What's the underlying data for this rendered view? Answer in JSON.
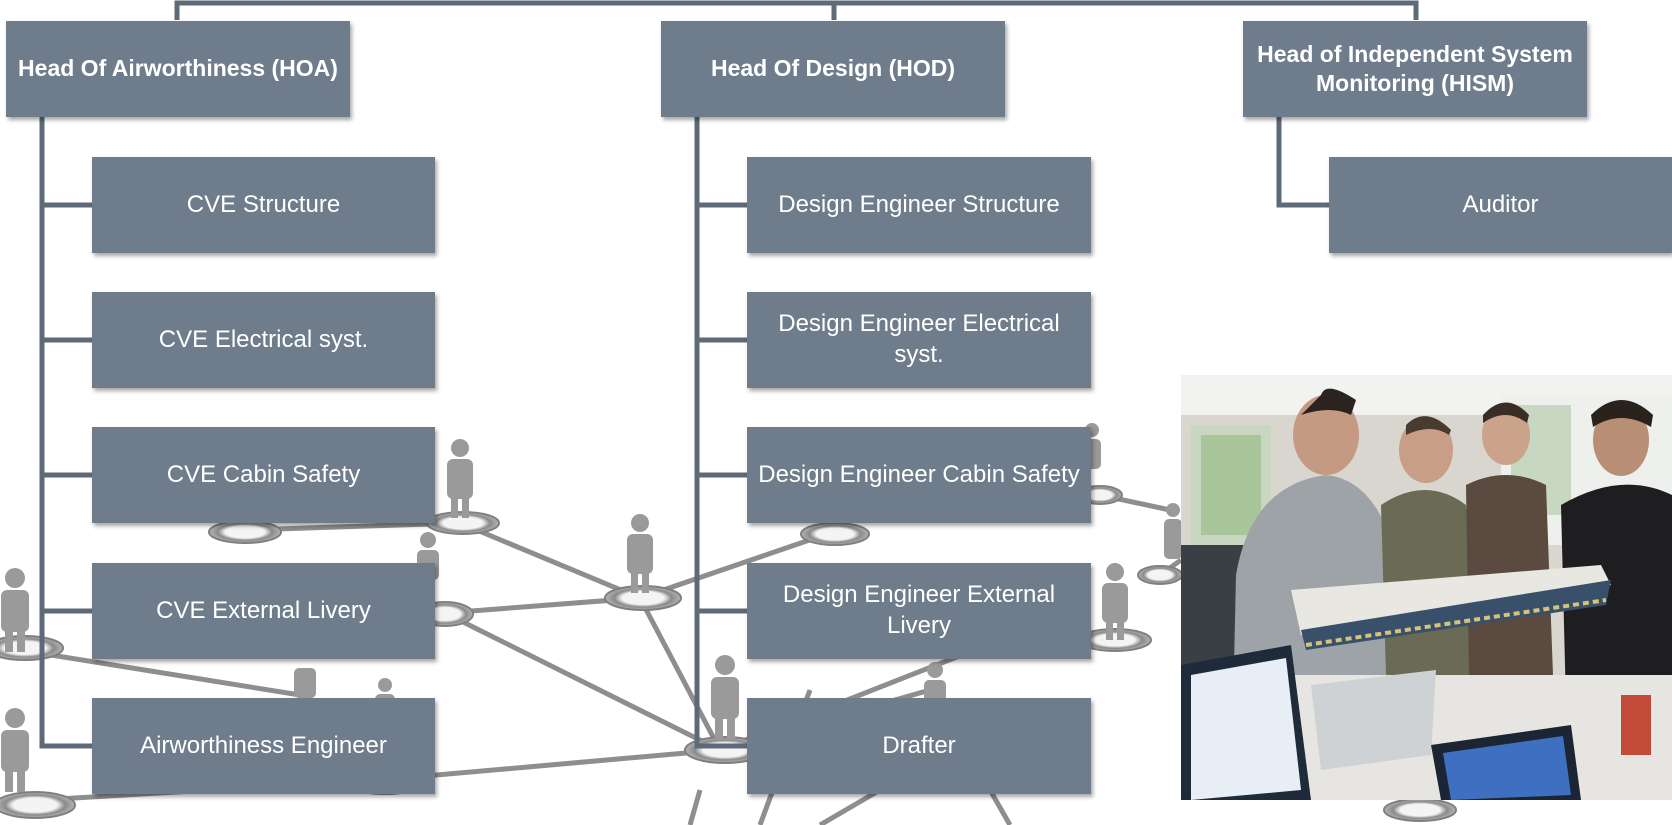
{
  "heads": [
    {
      "id": "hoa",
      "label": "Head Of Airworthiness (HOA)"
    },
    {
      "id": "hod",
      "label": "Head Of Design (HOD)"
    },
    {
      "id": "hism",
      "label": "Head of Independent System Monitoring (HISM)"
    }
  ],
  "hoa_roles": [
    "CVE Structure",
    "CVE Electrical syst.",
    "CVE Cabin Safety",
    "CVE External Livery",
    "Airworthiness Engineer"
  ],
  "hod_roles": [
    "Design Engineer Structure",
    "Design Engineer Electrical syst.",
    "Design Engineer Cabin Safety",
    "Design Engineer External Livery",
    "Drafter"
  ],
  "hism_roles": [
    "Auditor"
  ],
  "colors": {
    "box": "#6e7c8b",
    "connector": "#5d6a78",
    "text": "#ffffff"
  },
  "photo": {
    "icon": "team-photo"
  }
}
